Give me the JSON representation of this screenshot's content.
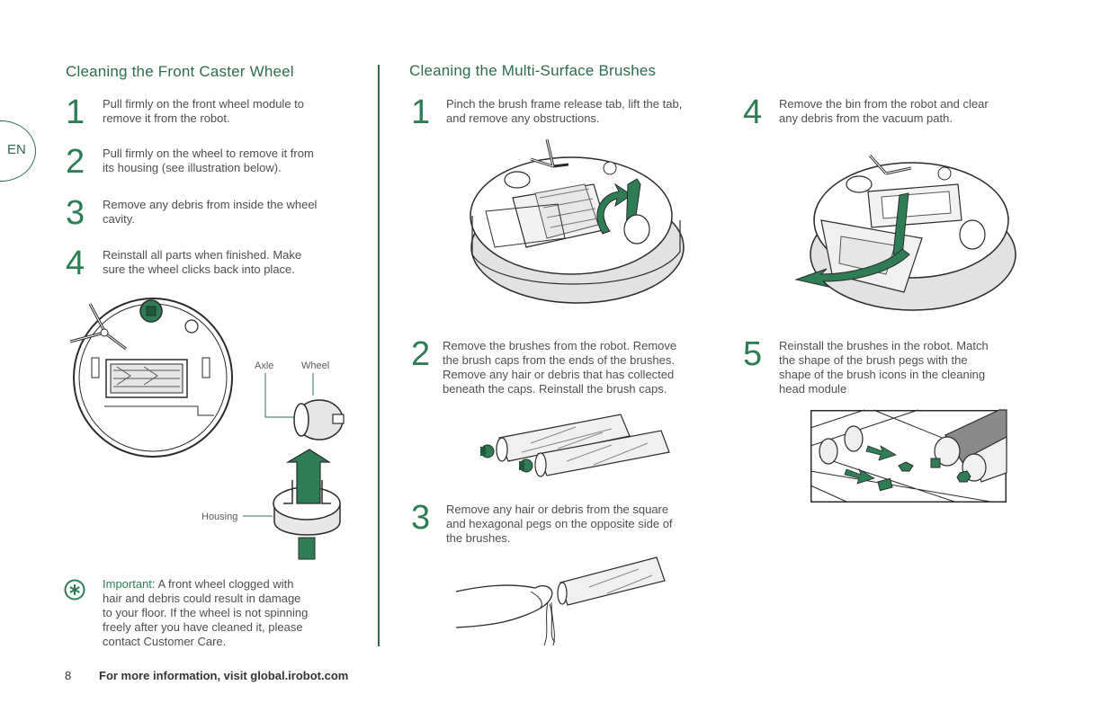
{
  "language_tab": "EN",
  "left": {
    "title": "Cleaning the Front Caster Wheel",
    "steps": [
      {
        "n": "1",
        "text": "Pull firmly on the front wheel module to\nremove it from the robot."
      },
      {
        "n": "2",
        "text": "Pull firmly on the wheel to remove it from\nits housing (see illustration below)."
      },
      {
        "n": "3",
        "text": "Remove any debris from inside the wheel\ncavity."
      },
      {
        "n": "4",
        "text": "Reinstall all parts when finished. Make\nsure the wheel clicks back into place."
      }
    ],
    "labels": {
      "axle": "Axle",
      "wheel": "Wheel",
      "housing": "Housing"
    },
    "important_label": "Important:",
    "important_text": "A front wheel clogged with\nhair and debris could result in damage\nto your floor. If the wheel is not spinning\nfreely after you have cleaned it, please\ncontact Customer Care."
  },
  "right": {
    "title": "Cleaning the Multi-Surface Brushes",
    "steps": [
      {
        "n": "1",
        "text": "Pinch the brush frame release tab, lift the tab,\nand remove any obstructions."
      },
      {
        "n": "2",
        "text": "Remove the brushes from the robot. Remove\nthe brush caps from the ends of the brushes.\nRemove any hair or debris that has collected\nbeneath the caps. Reinstall the brush caps."
      },
      {
        "n": "3",
        "text": "Remove any hair or debris from the square\nand hexagonal pegs on the opposite side of\nthe brushes."
      },
      {
        "n": "4",
        "text": "Remove the bin from the robot and clear\nany debris from the vacuum path."
      },
      {
        "n": "5",
        "text": "Reinstall the brushes in the robot. Match\nthe shape of the brush pegs with the\nshape of the brush icons in the cleaning\nhead module"
      }
    ]
  },
  "footer": {
    "page": "8",
    "text": "For more information, visit global.irobot.com"
  },
  "colors": {
    "accent": "#2e7d55",
    "heading": "#2e6e4e"
  }
}
